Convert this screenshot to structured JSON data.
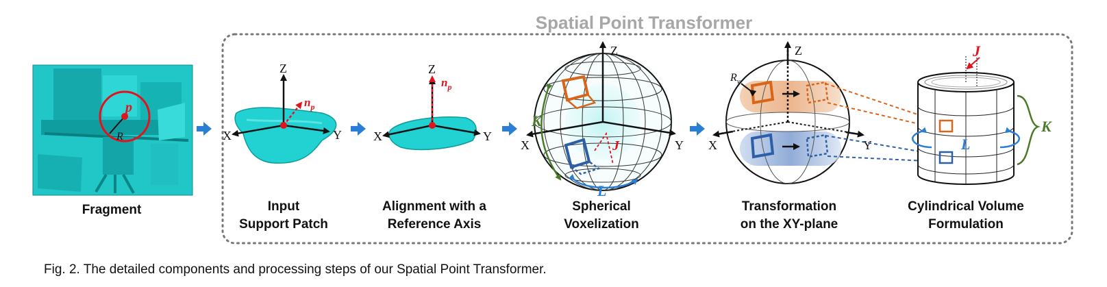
{
  "header": {
    "title": "Spatial Point Transformer"
  },
  "stages": [
    {
      "id": "fragment",
      "line1": "Fragment",
      "line2": ""
    },
    {
      "id": "input",
      "line1": "Input",
      "line2": "Support Patch"
    },
    {
      "id": "align",
      "line1": "Alignment with a",
      "line2": "Reference Axis"
    },
    {
      "id": "sphere",
      "line1": "Spherical",
      "line2": "Voxelization"
    },
    {
      "id": "transform",
      "line1": "Transformation",
      "line2": "on the XY-plane"
    },
    {
      "id": "cylinder",
      "line1": "Cylindrical Volume",
      "line2": "Formulation"
    }
  ],
  "symbols": {
    "p": "p",
    "R": "R",
    "np_base": "n",
    "np_sub": "p",
    "X": "X",
    "Y": "Y",
    "Z": "Z",
    "K": "K",
    "L": "L",
    "J": "J",
    "Rv_base": "R",
    "Rv_sub": "v"
  },
  "caption": "Fig. 2. The detailed components and processing steps of our Spatial Point Transformer.",
  "colors": {
    "cyan": "#1fd0d0",
    "red": "#e0141c",
    "orange": "#d9651a",
    "blue": "#2d5ea8",
    "green": "#4a7a28",
    "arrow": "#2a7fd4",
    "title_gray": "#a7a7a7",
    "dotted": "#777777"
  }
}
